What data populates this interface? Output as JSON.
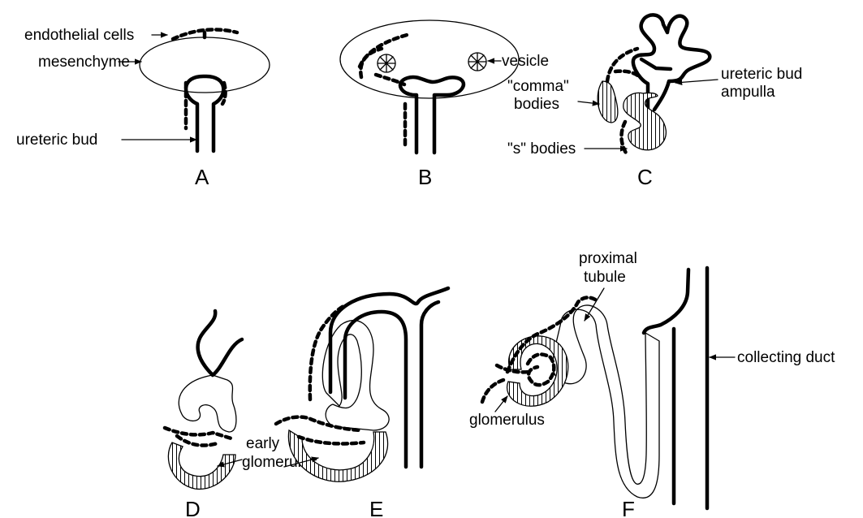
{
  "panels": {
    "a": "A",
    "b": "B",
    "c": "C",
    "d": "D",
    "e": "E",
    "f": "F"
  },
  "labels": {
    "endothelial_cells": "endothelial cells",
    "mesenchyme": "mesenchyme",
    "ureteric_bud": "ureteric bud",
    "vesicle": "vesicle",
    "comma_bodies_1": "\"comma\"",
    "comma_bodies_2": "bodies",
    "s_bodies": "\"s\" bodies",
    "ureteric_bud_ampulla_1": "ureteric bud",
    "ureteric_bud_ampulla_2": "ampulla",
    "proximal_tubule_1": "proximal",
    "proximal_tubule_2": "tubule",
    "collecting_duct": "collecting duct",
    "early_glomerulus_1": "early",
    "early_glomerulus_2": "glomerulus",
    "glomerulus": "glomerulus"
  }
}
